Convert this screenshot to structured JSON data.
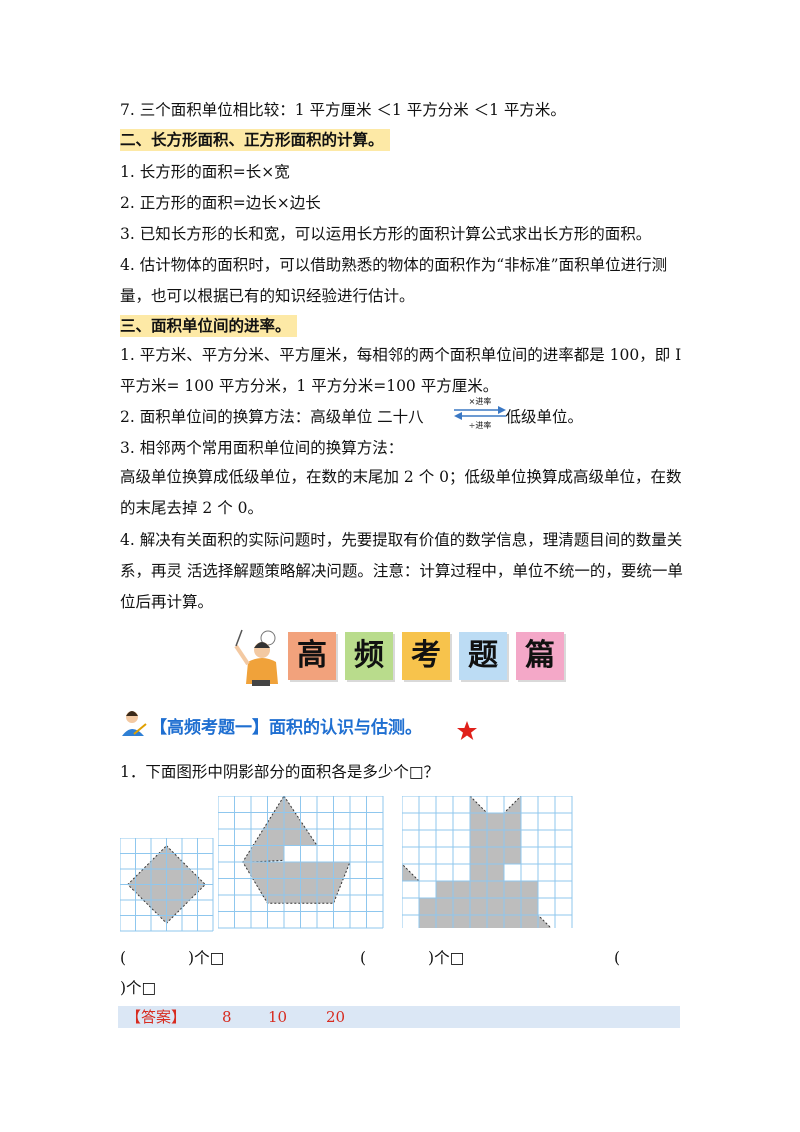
{
  "lines": {
    "l7": "7. 三个面积单位相比较：1 平方厘米 ＜1 平方分米 ＜1 平方米。",
    "s2_title": "二、长方形面积、正方形面积的计算。",
    "s2_1": "1. 长方形的面积=长×宽",
    "s2_2": "2. 正方形的面积=边长×边长",
    "s2_3": "3. 已知长方形的长和宽，可以运用长方形的面积计算公式求出长方形的面积。",
    "s2_4": "4. 估计物体的面积时，可以借助熟悉的物体的面积作为“非标准”面积单位进行测量，也可以根据已有的知识经验进行估计。",
    "s3_title": "三、面积单位间的进率。",
    "s3_1": "1. 平方米、平方分米、平方厘米，每相邻的两个面积单位间的进率都是 100，即 I 平方米= 100 平方分米，1 平方分米=100 平方厘米。",
    "s3_2a": "2. 面积单位间的换算方法：高级单位 二十八",
    "s3_2b": "低级单位。",
    "arrow_top": "×进率",
    "arrow_bottom": "÷进率",
    "s3_3": "3. 相邻两个常用面积单位间的换算方法：",
    "s3_3b": "高级单位换算成低级单位，在数的末尾加 2 个 0；低级单位换算成高级单位，在数的末尾去掉 2 个 0。",
    "s3_4": "4. 解决有关面积的实际问题时，先要提取有价值的数学信息，理清题目间的数量关系，再灵 活选择解题策略解决问题。注意：计算过程中，单位不统一的，要统一单位后再计算。"
  },
  "banner": {
    "chars": [
      "高",
      "频",
      "考",
      "题",
      "篇"
    ],
    "colors": [
      "#f2a27c",
      "#b9dc8c",
      "#f7c34c",
      "#bcdcf4",
      "#f4a8c8"
    ]
  },
  "question": {
    "heading": "【高频考题一】面积的认识与估测。",
    "q1": "1．下面图形中阴影部分的面积各是多少个□？",
    "blank1": "(　　　　)个□",
    "blank2": "(　　　　)个□",
    "blank3_open": "(",
    "blank3_close": ")个□"
  },
  "answer": {
    "label": "【答案】",
    "values": [
      "8",
      "10",
      "20"
    ]
  },
  "colors": {
    "highlight": "#fde9a6",
    "accent_blue": "#1f6fd1",
    "answer_red": "#d72b1f",
    "grid": "#8fc7ee",
    "shade": "#bdbdbd"
  }
}
